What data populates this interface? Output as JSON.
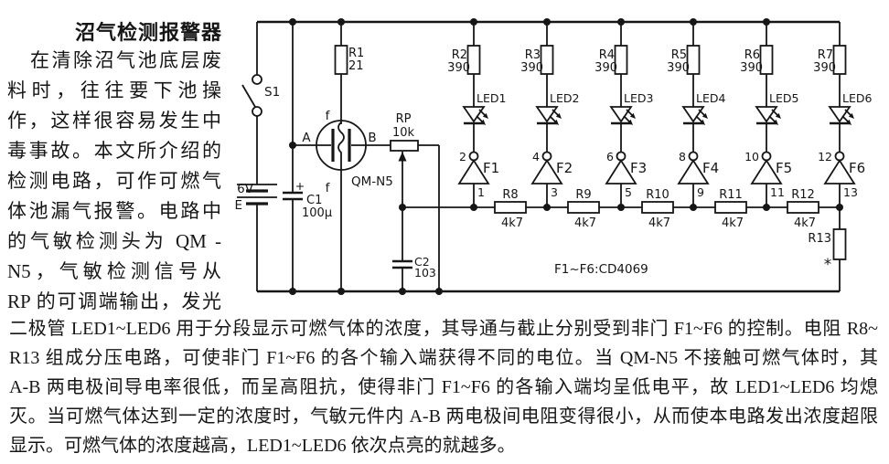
{
  "article": {
    "title": "沼气检测报警器",
    "left_lines": [
      "在清除沼气池底层废",
      "料时，往往要下池操",
      "作，这样很容易发生中",
      "毒事故。本文所介绍的",
      "检测电路，可作可燃气",
      "体池漏气报警。电路中",
      "的气敏检测头为 QM -",
      "N5，气敏检测信号从",
      "RP 的可调端输出，发光"
    ],
    "bottom_lines": [
      "二极管 LED1~LED6 用于分段显示可燃气体的浓度，其导通与截止分别受到非门 F1~F6 的控制。电阻 R8~",
      "R13 组成分压电路，可使非门 F1~F6 的各个输入端获得不同的电位。当 QM-N5 不接触可燃气体时，其",
      "A-B 两电极间导电率很低，而呈高阻抗，使得非门 F1~F6 的各输入端均呈低电平，故 LED1~LED6 均熄",
      "灭。当可燃气体达到一定的浓度时，气敏元件内 A-B 两电极间电阻变得很小，从而使本电路发出浓度超限",
      "显示。可燃气体的浓度越高，LED1~LED6 依次点亮的就越多。"
    ]
  },
  "circuit": {
    "ic_note": "F1~F6:CD4069",
    "switch_label": "S1",
    "battery": {
      "voltage": "6V",
      "label": "E"
    },
    "sensor": {
      "name": "QM-N5",
      "a": "A",
      "b": "B",
      "f_top": "f",
      "f_bottom": "f"
    },
    "r1": {
      "name": "R1",
      "value": "21"
    },
    "rp": {
      "name": "RP",
      "value": "10k"
    },
    "c1": {
      "name": "C1",
      "value": "100μ",
      "plus": "+"
    },
    "c2": {
      "name": "C2",
      "value": "103"
    },
    "r13": {
      "name": "R13",
      "value": "*"
    },
    "channels": [
      {
        "res": "R2",
        "rv": "390",
        "led": "LED1",
        "gate": "F1",
        "pin_out": "2",
        "pin_in": "1"
      },
      {
        "res": "R3",
        "rv": "390",
        "led": "LED2",
        "gate": "F2",
        "pin_out": "4",
        "pin_in": "3"
      },
      {
        "res": "R4",
        "rv": "390",
        "led": "LED3",
        "gate": "F3",
        "pin_out": "6",
        "pin_in": "5"
      },
      {
        "res": "R5",
        "rv": "390",
        "led": "LED4",
        "gate": "F4",
        "pin_out": "8",
        "pin_in": "9"
      },
      {
        "res": "R6",
        "rv": "390",
        "led": "LED5",
        "gate": "F5",
        "pin_out": "10",
        "pin_in": "11"
      },
      {
        "res": "R7",
        "rv": "390",
        "led": "LED6",
        "gate": "F6",
        "pin_out": "12",
        "pin_in": "13"
      }
    ],
    "divider": [
      {
        "name": "R8",
        "value": "4k7"
      },
      {
        "name": "R9",
        "value": "4k7"
      },
      {
        "name": "R10",
        "value": "4k7"
      },
      {
        "name": "R11",
        "value": "4k7"
      },
      {
        "name": "R12",
        "value": "4k7"
      }
    ]
  }
}
